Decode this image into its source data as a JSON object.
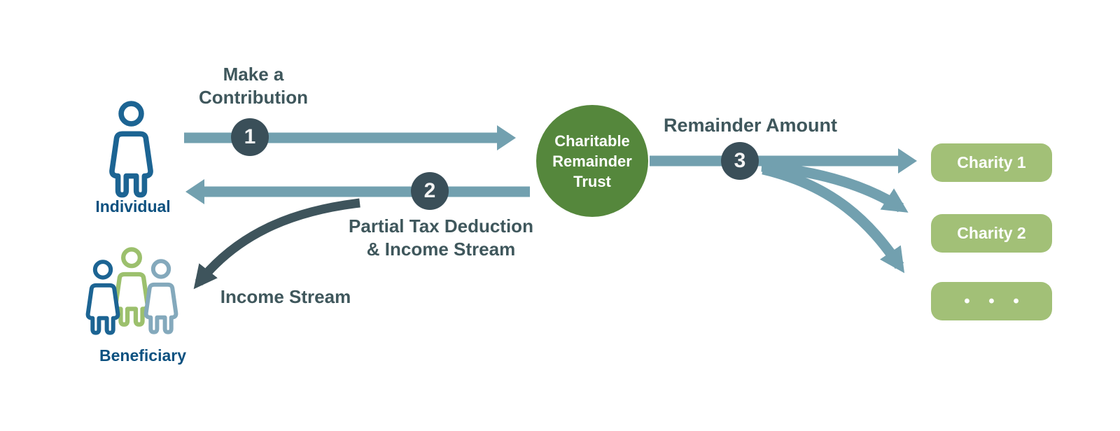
{
  "diagram": {
    "individual": {
      "label": "Individual"
    },
    "beneficiary": {
      "label": "Beneficiary"
    },
    "trust": {
      "lines": [
        "Charitable",
        "Remainder",
        "Trust"
      ]
    },
    "step1": {
      "number": "1",
      "line1": "Make a",
      "line2": "Contribution"
    },
    "step2": {
      "number": "2",
      "line1": "Partial Tax Deduction",
      "line2": "& Income Stream"
    },
    "step3": {
      "number": "3",
      "label": "Remainder Amount"
    },
    "income_stream": {
      "label": "Income Stream"
    },
    "charities": [
      "Charity 1",
      "Charity 2",
      "• • •"
    ],
    "colors": {
      "flow_arrow_blue": "#72a0af",
      "dark_arrow_slate": "#3e545c",
      "badge_slate": "#3a4f59",
      "trust_green": "#55873c",
      "charity_green": "#a2c077",
      "individual_blue": "#1c6493",
      "beneficiary_green": "#9cc06d",
      "beneficiary_light_blue": "#84a9bc",
      "entity_label_blue": "#0d5180",
      "step_text_slate": "#3f575c"
    }
  }
}
